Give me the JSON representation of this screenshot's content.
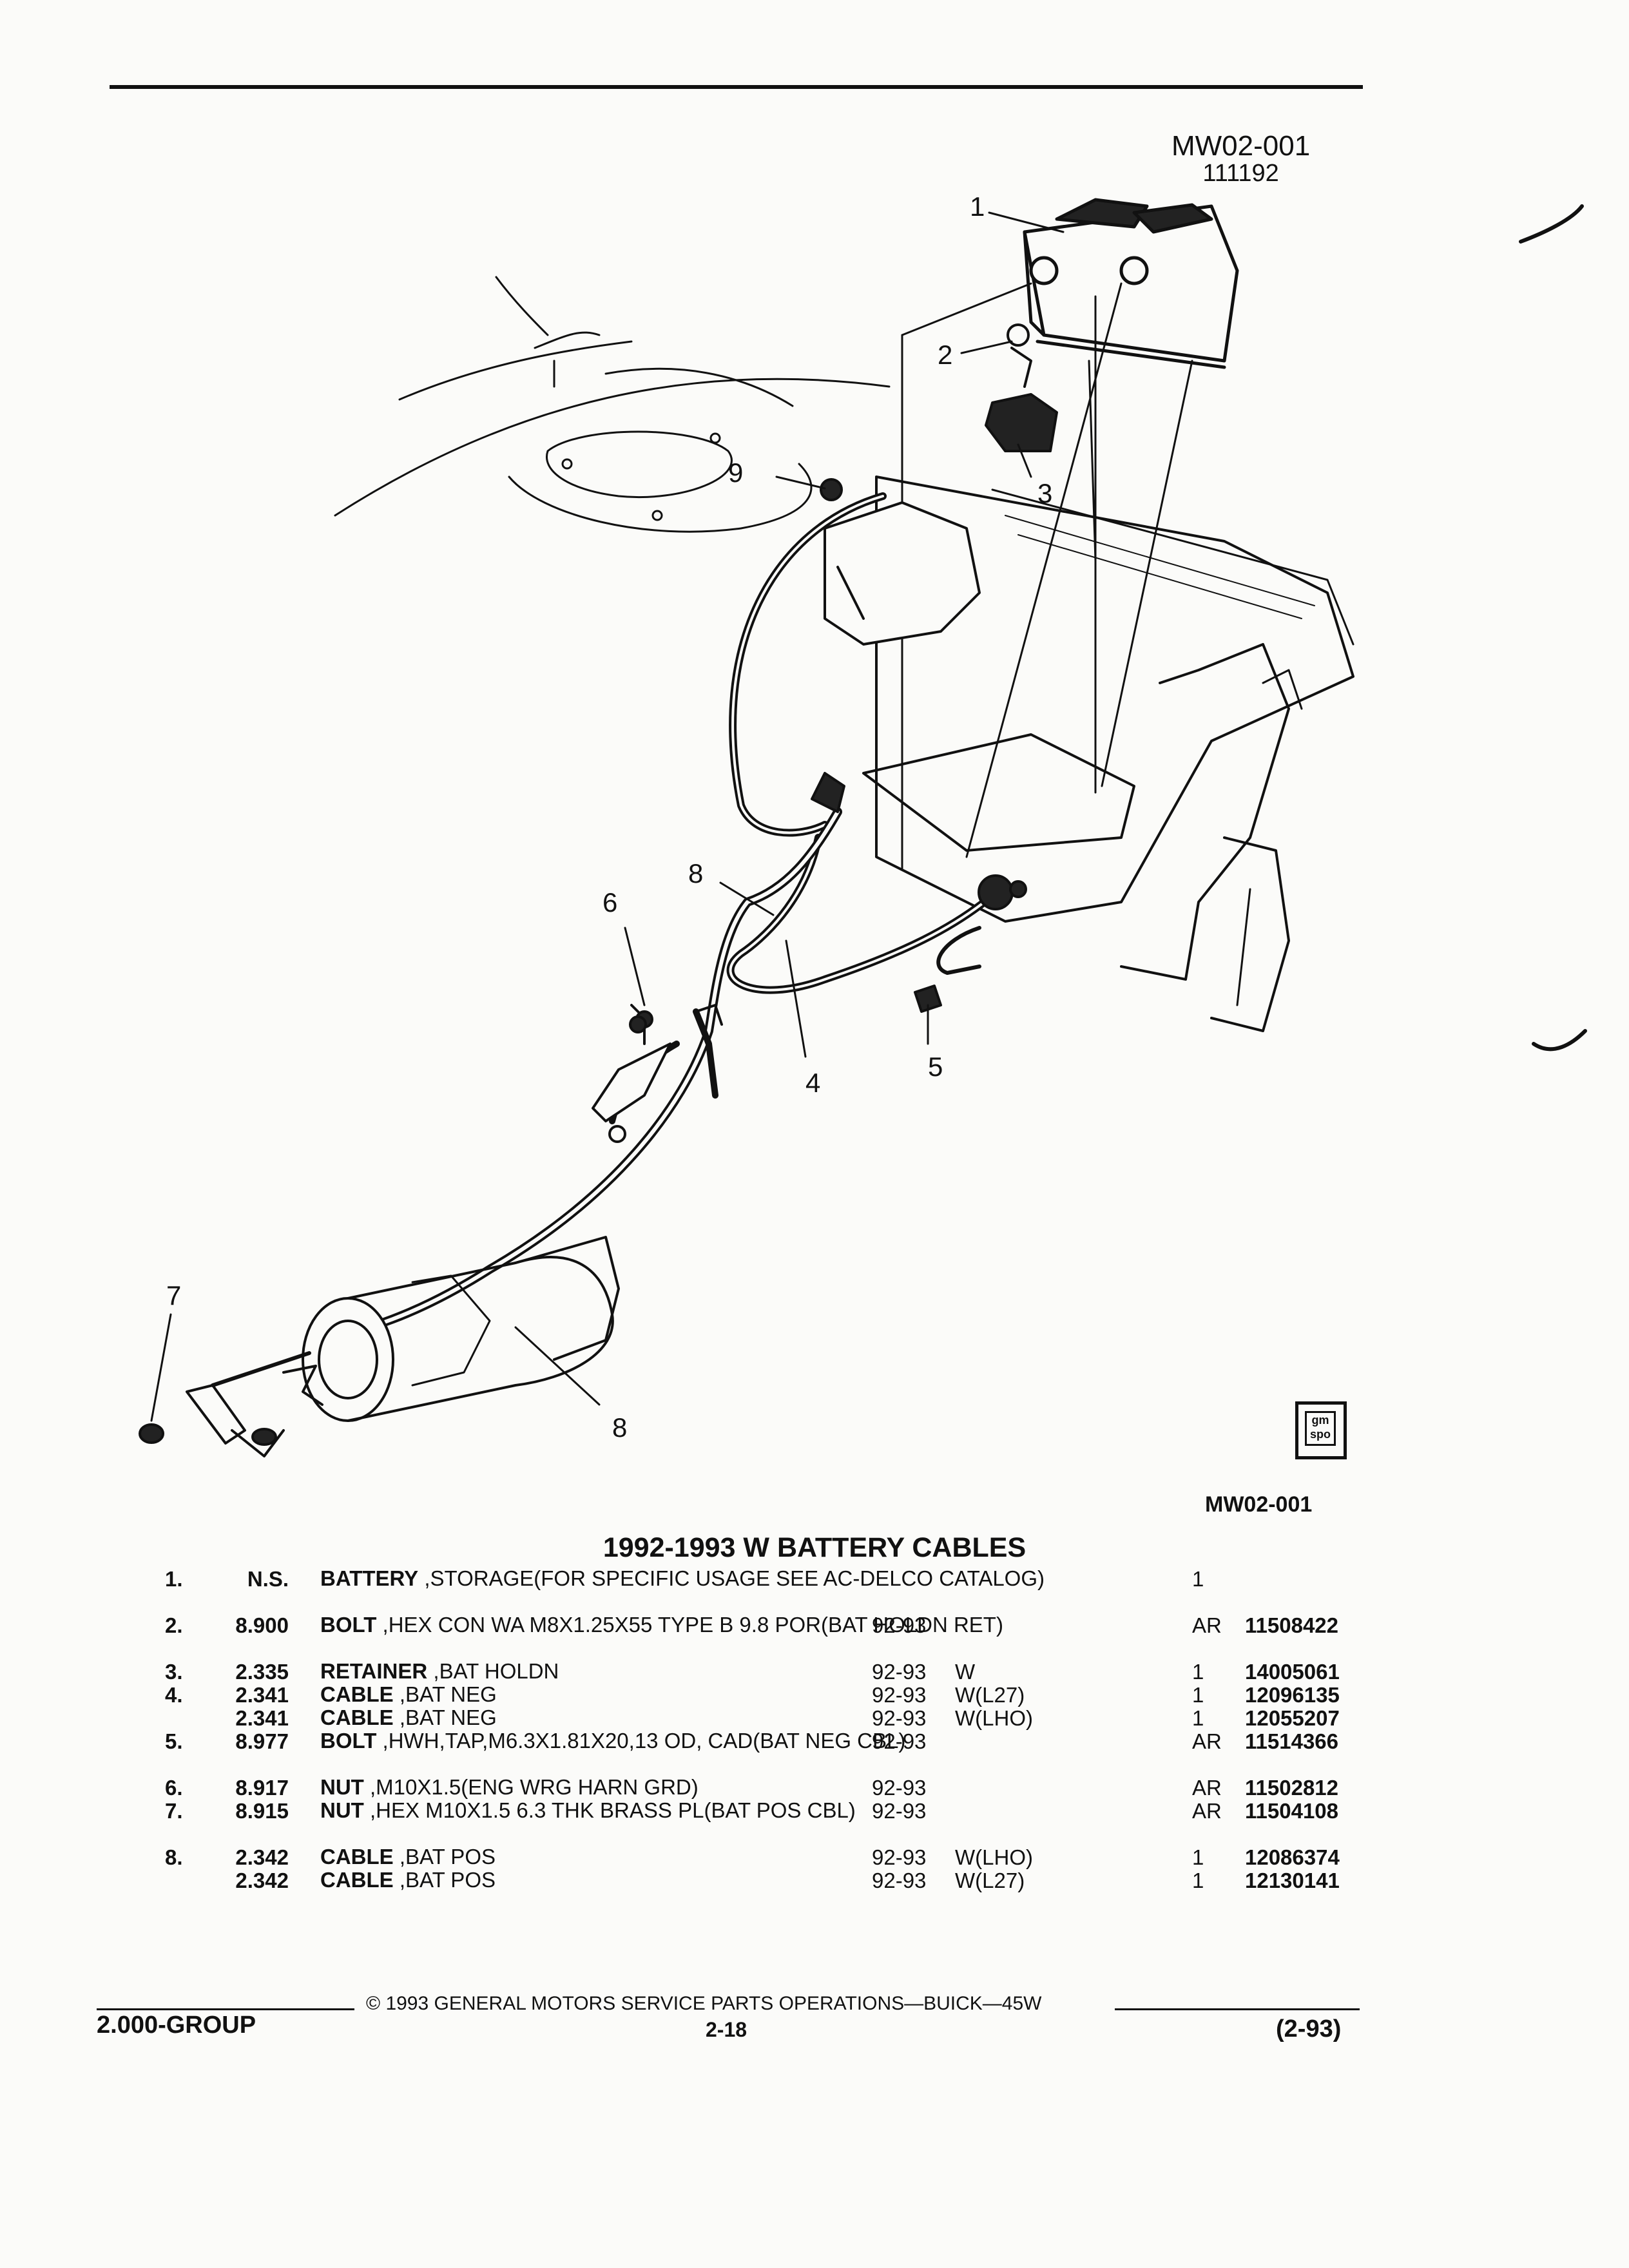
{
  "figure": {
    "code": "MW02-001",
    "date_code": "111192",
    "code_bottom": "MW02-001",
    "callouts": [
      "1",
      "2",
      "3",
      "4",
      "5",
      "6",
      "7",
      "8",
      "8",
      "9"
    ],
    "logo_text": "gm spo"
  },
  "table": {
    "title": "1992-1993 W BATTERY CABLES",
    "rows": [
      {
        "num": "1.",
        "code": "N.S.",
        "name": "BATTERY",
        "desc": " ,STORAGE(FOR SPECIFIC USAGE SEE AC-DELCO CATALOG)",
        "years": "",
        "usage": "",
        "qty": "1",
        "part": ""
      },
      {
        "num": "2.",
        "code": "8.900",
        "name": "BOLT",
        "desc": " ,HEX CON WA M8X1.25X55 TYPE B 9.8 POR(BAT HOLDN RET)",
        "years": "92-93",
        "usage": "",
        "qty": "AR",
        "part": "11508422"
      },
      {
        "num": "3.",
        "code": "2.335",
        "name": "RETAINER",
        "desc": " ,BAT HOLDN",
        "years": "92-93",
        "usage": "W",
        "qty": "1",
        "part": "14005061"
      },
      {
        "num": "4.",
        "code": "2.341",
        "name": "CABLE",
        "desc": " ,BAT NEG",
        "years": "92-93",
        "usage": "W(L27)",
        "qty": "1",
        "part": "12096135"
      },
      {
        "num": "",
        "code": "2.341",
        "name": "CABLE",
        "desc": " ,BAT NEG",
        "years": "92-93",
        "usage": "W(LHO)",
        "qty": "1",
        "part": "12055207"
      },
      {
        "num": "5.",
        "code": "8.977",
        "name": "BOLT",
        "desc": " ,HWH,TAP,M6.3X1.81X20,13 OD, CAD(BAT NEG CBL)",
        "years": "92-93",
        "usage": "",
        "qty": "AR",
        "part": "11514366"
      },
      {
        "num": "6.",
        "code": "8.917",
        "name": "NUT",
        "desc": " ,M10X1.5(ENG WRG HARN GRD)",
        "years": "92-93",
        "usage": "",
        "qty": "AR",
        "part": "11502812"
      },
      {
        "num": "7.",
        "code": "8.915",
        "name": "NUT",
        "desc": " ,HEX M10X1.5 6.3 THK BRASS PL(BAT POS CBL)",
        "years": "92-93",
        "usage": "",
        "qty": "AR",
        "part": "11504108"
      },
      {
        "num": "8.",
        "code": "2.342",
        "name": "CABLE",
        "desc": " ,BAT POS",
        "years": "92-93",
        "usage": "W(LHO)",
        "qty": "1",
        "part": "12086374"
      },
      {
        "num": "",
        "code": "2.342",
        "name": "CABLE",
        "desc": " ,BAT POS",
        "years": "92-93",
        "usage": "W(L27)",
        "qty": "1",
        "part": "12130141"
      }
    ]
  },
  "footer": {
    "copyright": "© 1993 GENERAL MOTORS SERVICE PARTS OPERATIONS—BUICK—45W",
    "group": "2.000-GROUP",
    "page": "2-18",
    "date": "(2-93)"
  }
}
